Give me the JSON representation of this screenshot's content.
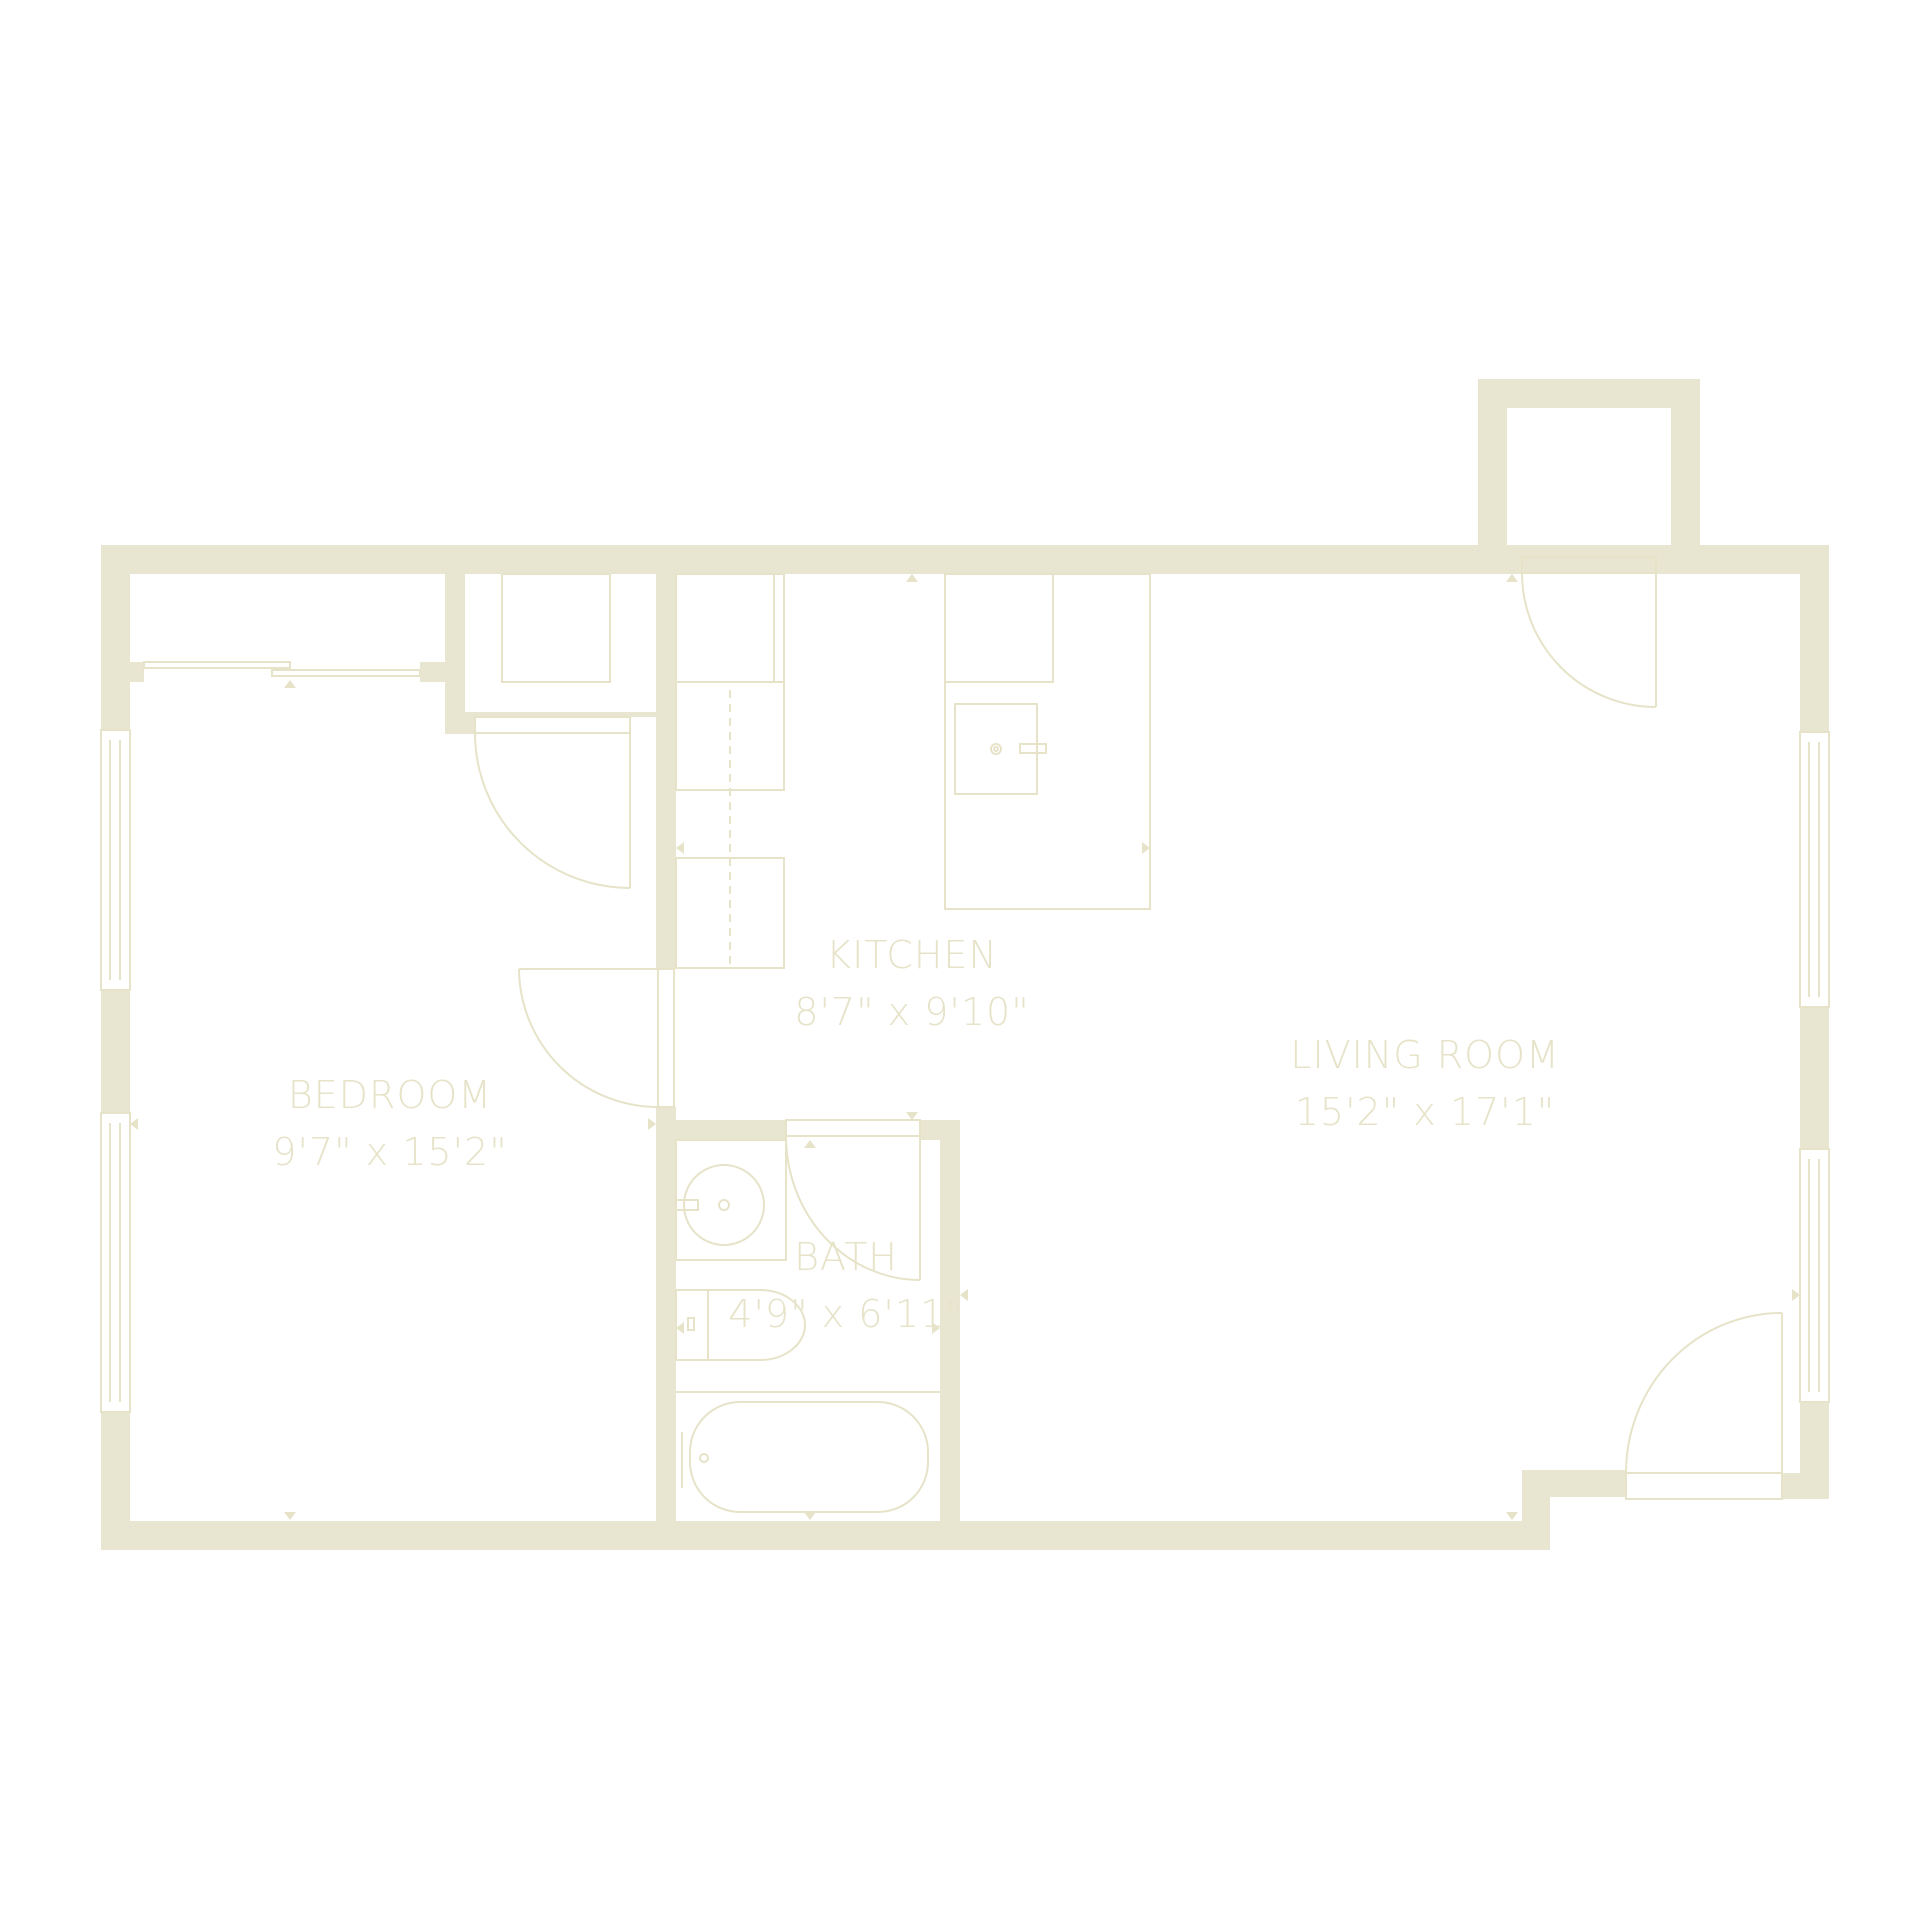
{
  "colors": {
    "wall": "#e8e6d0",
    "fixture": "#e6e3c9",
    "label": "#e6e3c9",
    "background": "#ffffff"
  },
  "rooms": {
    "bedroom": {
      "name": "BEDROOM",
      "dims": "9'7\" x 15'2\""
    },
    "kitchen": {
      "name": "KITCHEN",
      "dims": "8'7\" x 9'10\""
    },
    "living_room": {
      "name": "LIVING ROOM",
      "dims": "15'2\" x 17'1\""
    },
    "bath": {
      "name": "BATH",
      "dims": "4'9\" x 6'11\""
    }
  },
  "icons": [
    "door-swing-icon",
    "window-icon",
    "sink-icon",
    "toilet-icon",
    "bathtub-icon",
    "dimension-marker-icon"
  ]
}
